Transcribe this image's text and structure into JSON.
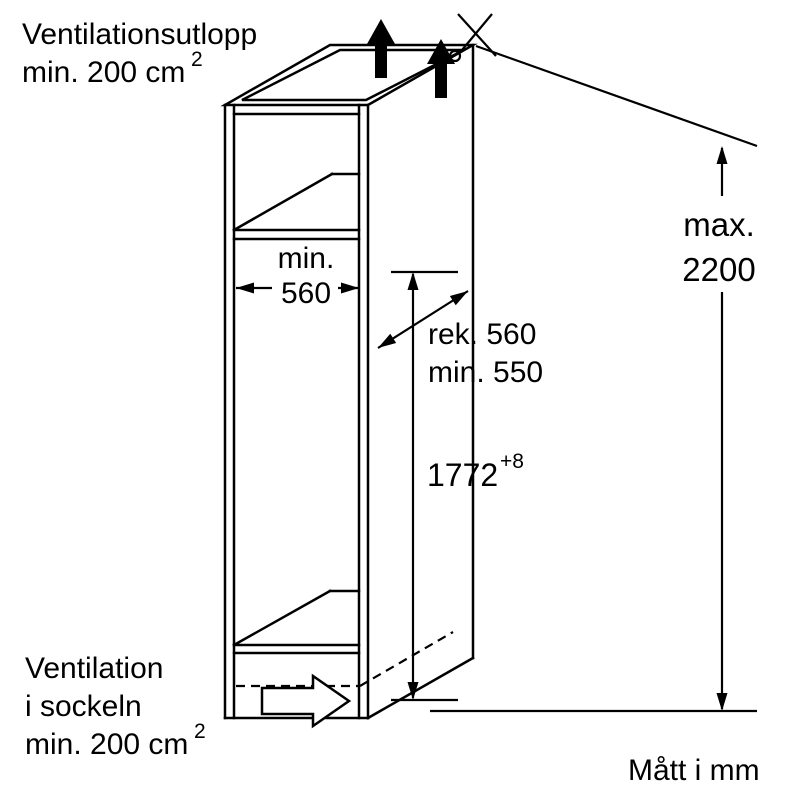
{
  "page": {
    "background": "#ffffff",
    "line_color": "#000000"
  },
  "labels": {
    "vent_outlet": {
      "line1": "Ventilationsutlopp",
      "line2": "min. 200 cm",
      "sup": "2"
    },
    "vent_plinth": {
      "line1": "Ventilation",
      "line2": "i sockeln",
      "line3": "min. 200 cm",
      "sup": "2"
    },
    "units": "Mått i mm"
  },
  "dimensions": {
    "total_height": {
      "line1": "max.",
      "line2": "2200"
    },
    "niche_width": {
      "line1": "min.",
      "line2": "560"
    },
    "niche_depth": {
      "line1": "rek. 560",
      "line2": "min. 550"
    },
    "niche_height": {
      "value": "1772",
      "tolerance": "+8"
    }
  }
}
